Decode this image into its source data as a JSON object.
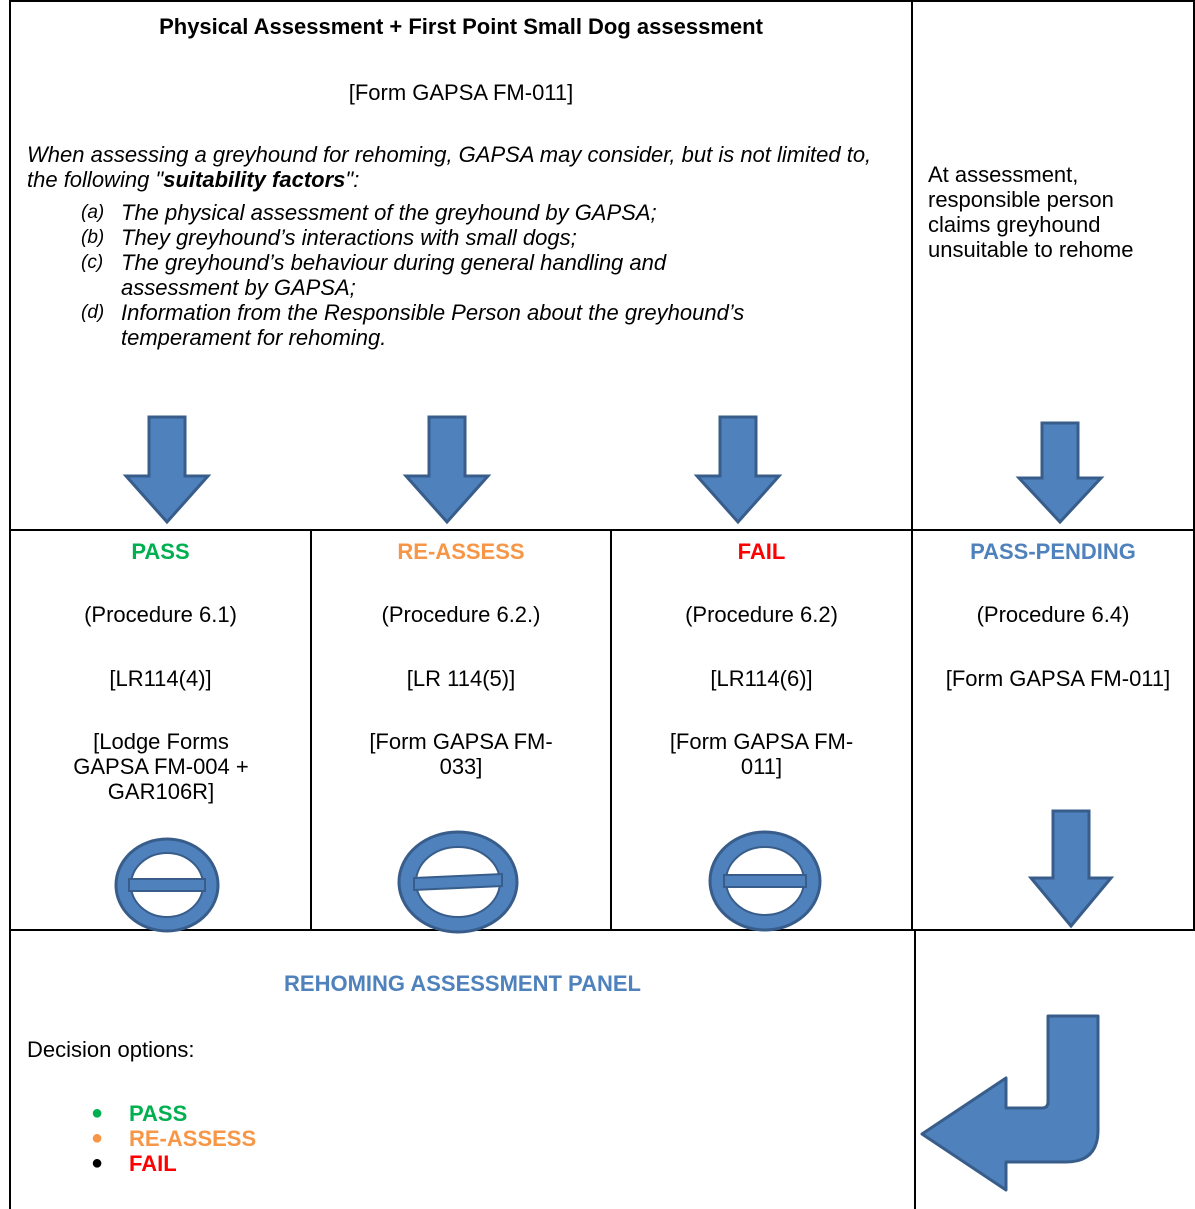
{
  "top": {
    "title": "Physical Assessment + First Point Small Dog assessment",
    "form_ref": "[Form GAPSA FM-011]",
    "intro_before": "When assessing a greyhound for rehoming, GAPSA may consider, but is not limited to, the following \"",
    "intro_bold": "suitability factors",
    "intro_after": "\":",
    "factors": [
      {
        "label": "(a)",
        "text": "The physical assessment of the greyhound by GAPSA;"
      },
      {
        "label": "(b)",
        "text": "They greyhound’s interactions with small dogs;"
      },
      {
        "label": "(c)",
        "text": "The greyhound’s behaviour during general handling and assessment by GAPSA;"
      },
      {
        "label": "(d)",
        "text": "Information from the Responsible Person about the greyhound’s temperament for rehoming."
      }
    ]
  },
  "side_note": "At assessment, responsible person claims greyhound unsuitable to rehome",
  "outcomes": [
    {
      "status": "PASS",
      "procedure": "(Procedure 6.1)",
      "rule": "[LR114(4)]",
      "forms": "[Lodge Forms GAPSA FM-004 + GAR106R]"
    },
    {
      "status": "RE-ASSESS",
      "procedure": "(Procedure 6.2.)",
      "rule": "[LR 114(5)]",
      "forms": "[Form GAPSA FM-033]"
    },
    {
      "status": "FAIL",
      "procedure": "(Procedure 6.2)",
      "rule": "[LR114(6)]",
      "forms": "[Form GAPSA FM-011]"
    },
    {
      "status": "PASS-PENDING",
      "procedure": "(Procedure 6.4)",
      "rule": "[Form GAPSA FM-011]"
    }
  ],
  "panel": {
    "title": "REHOMING ASSESSMENT PANEL",
    "decision_label": "Decision options:",
    "options": [
      "PASS",
      "RE-ASSESS",
      "FAIL"
    ]
  },
  "colors": {
    "arrow_fill": "#4f81bd",
    "arrow_stroke": "#385d8a",
    "pass": "#00b050",
    "reassess": "#f79646",
    "fail": "#ff0000",
    "pending": "#4f81bd"
  },
  "icons": [
    "down-arrow-icon",
    "no-entry-icon",
    "turn-left-arrow-icon"
  ]
}
